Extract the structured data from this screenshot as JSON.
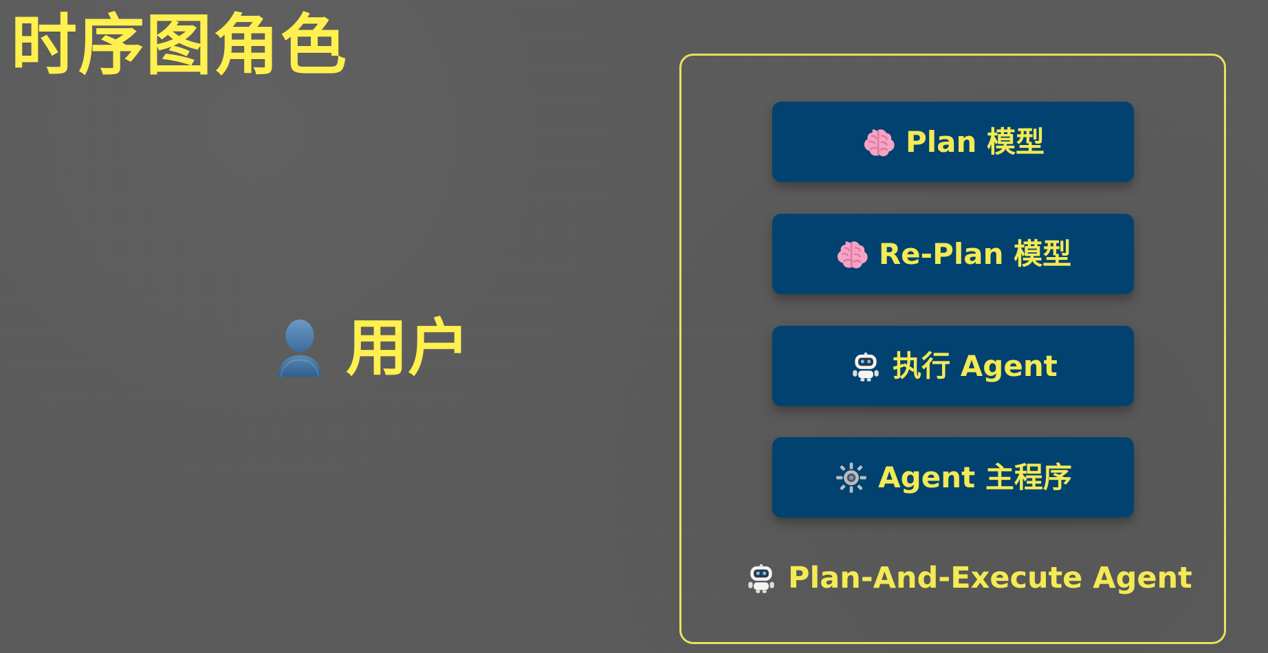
{
  "title": "时序图角色",
  "user": {
    "label": "用户",
    "icon": "user-icon"
  },
  "agent_group": {
    "roles": [
      {
        "label": "Plan 模型",
        "icon": "brain-icon"
      },
      {
        "label": "Re-Plan 模型",
        "icon": "brain-icon"
      },
      {
        "label": "执行 Agent",
        "icon": "robot-icon"
      },
      {
        "label": "Agent 主程序",
        "icon": "gear-icon"
      }
    ],
    "footer_label": "Plan-And-Execute Agent",
    "footer_icon": "robot-icon"
  },
  "colors": {
    "background": "#5b5b5b",
    "accent_yellow": "#fff04f",
    "frame_yellow": "#ece05f",
    "card_blue": "#014270",
    "card_text": "#f3ea55"
  }
}
